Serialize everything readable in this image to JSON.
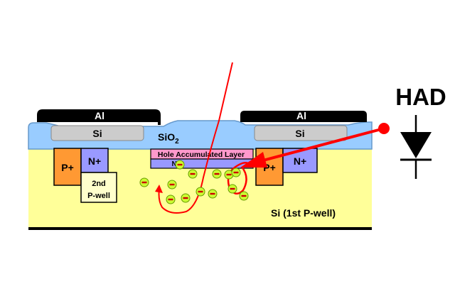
{
  "labels": {
    "al_left": "Al",
    "al_right": "Al",
    "si_left": "Si",
    "si_right": "Si",
    "sio2_main": "SiO",
    "sio2_sub": "2",
    "p_plus_left": "P+",
    "n_plus_left": "N+",
    "well2_line1": "2nd",
    "well2_line2": "P-well",
    "hole_layer": "Hole Accumulated Layer",
    "n_plus_center": "N+",
    "p_plus_right": "P+",
    "n_plus_right": "N+",
    "substrate": "Si (1st P-well)",
    "had": "HAD"
  },
  "colors": {
    "substrate": "#ffff99",
    "oxide": "#99ccff",
    "metal": "#000000",
    "poly_si": "#cccccc",
    "p_plus": "#ff9933",
    "n_plus": "#9999ff",
    "well2": "#ffffcc",
    "hole_layer": "#ff99cc",
    "path": "#ff0000",
    "electron_fill": "#ccff33",
    "electron_sign": "#cc0000"
  },
  "electron_count": 13
}
